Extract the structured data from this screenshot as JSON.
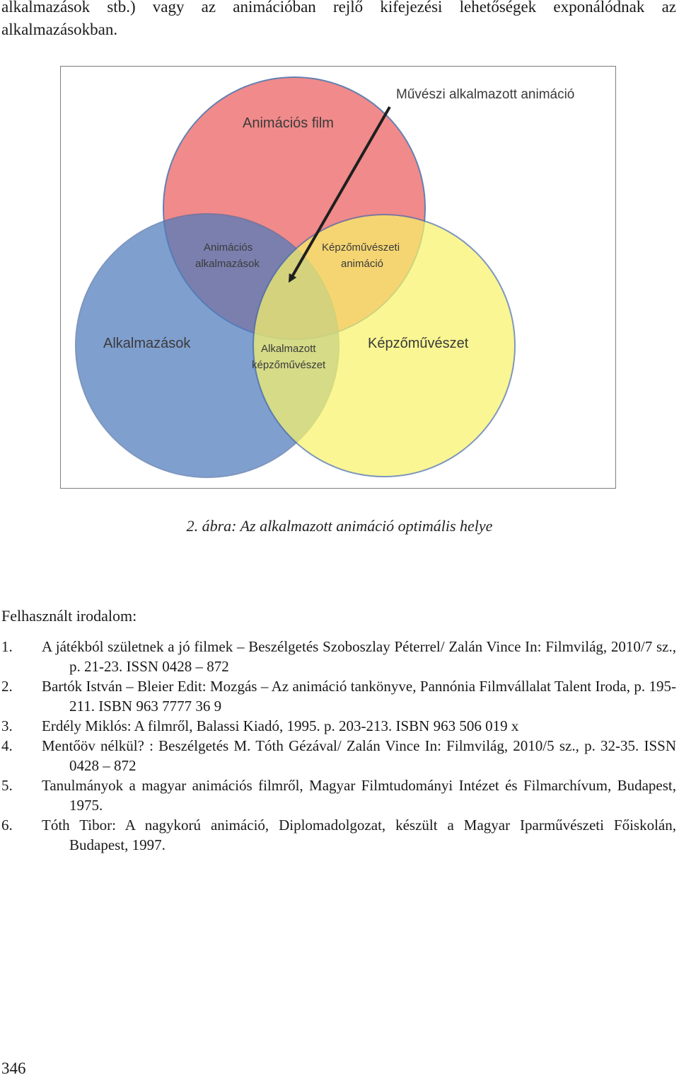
{
  "intro_text": "alkalmazások stb.) vagy az animációban rejlő kifejezési lehetőségek exponálódnak az alkalmazásokban.",
  "figure": {
    "colors": {
      "red": "#f07b7b",
      "blue": "#4f7bbd",
      "yellow": "#f7f36a",
      "outline": "#4e6fa6",
      "arrow": "#1f1f1f"
    },
    "labels": {
      "artistic_applied_animation": "Művészi alkalmazott animáció",
      "animation_film": "Animációs film",
      "animation_applications_1": "Animációs",
      "animation_applications_2": "alkalmazások",
      "fine_art_animation_1": "Képzőművészeti",
      "fine_art_animation_2": "animáció",
      "applications": "Alkalmazások",
      "applied_fine_art_1": "Alkalmazott",
      "applied_fine_art_2": "képzőművészet",
      "fine_art": "Képzőművészet"
    }
  },
  "caption": "2. ábra: Az alkalmazott animáció optimális helye",
  "references_heading": "Felhasznált irodalom:",
  "references": [
    {
      "num": "1.",
      "text": "A játékból születnek a jó filmek – Beszélgetés Szoboszlay Péterrel/ Zalán Vince In: Filmvilág, 2010/7 sz., p. 21-23. ISSN 0428 – 872"
    },
    {
      "num": "2.",
      "text": "Bartók István – Bleier Edit: Mozgás – Az animáció tankönyve, Pannónia Filmvállalat Talent Iroda, p. 195-211. ISBN 963 7777 36 9"
    },
    {
      "num": "3.",
      "text": "Erdély Miklós: A filmről, Balassi Kiadó, 1995. p. 203-213. ISBN 963 506 019 x"
    },
    {
      "num": "4.",
      "text": "Mentőöv nélkül? : Beszélgetés M. Tóth Gézával/ Zalán Vince In: Filmvilág, 2010/5 sz., p. 32-35. ISSN 0428 – 872"
    },
    {
      "num": "5.",
      "text": "Tanulmányok a magyar animációs filmről, Magyar Filmtudományi Intézet és Filmarchívum, Budapest, 1975."
    },
    {
      "num": "6.",
      "text": "Tóth Tibor: A nagykorú animáció, Diplomadolgozat, készült a Magyar Iparművészeti Főiskolán, Budapest, 1997."
    }
  ],
  "page_number": "346"
}
